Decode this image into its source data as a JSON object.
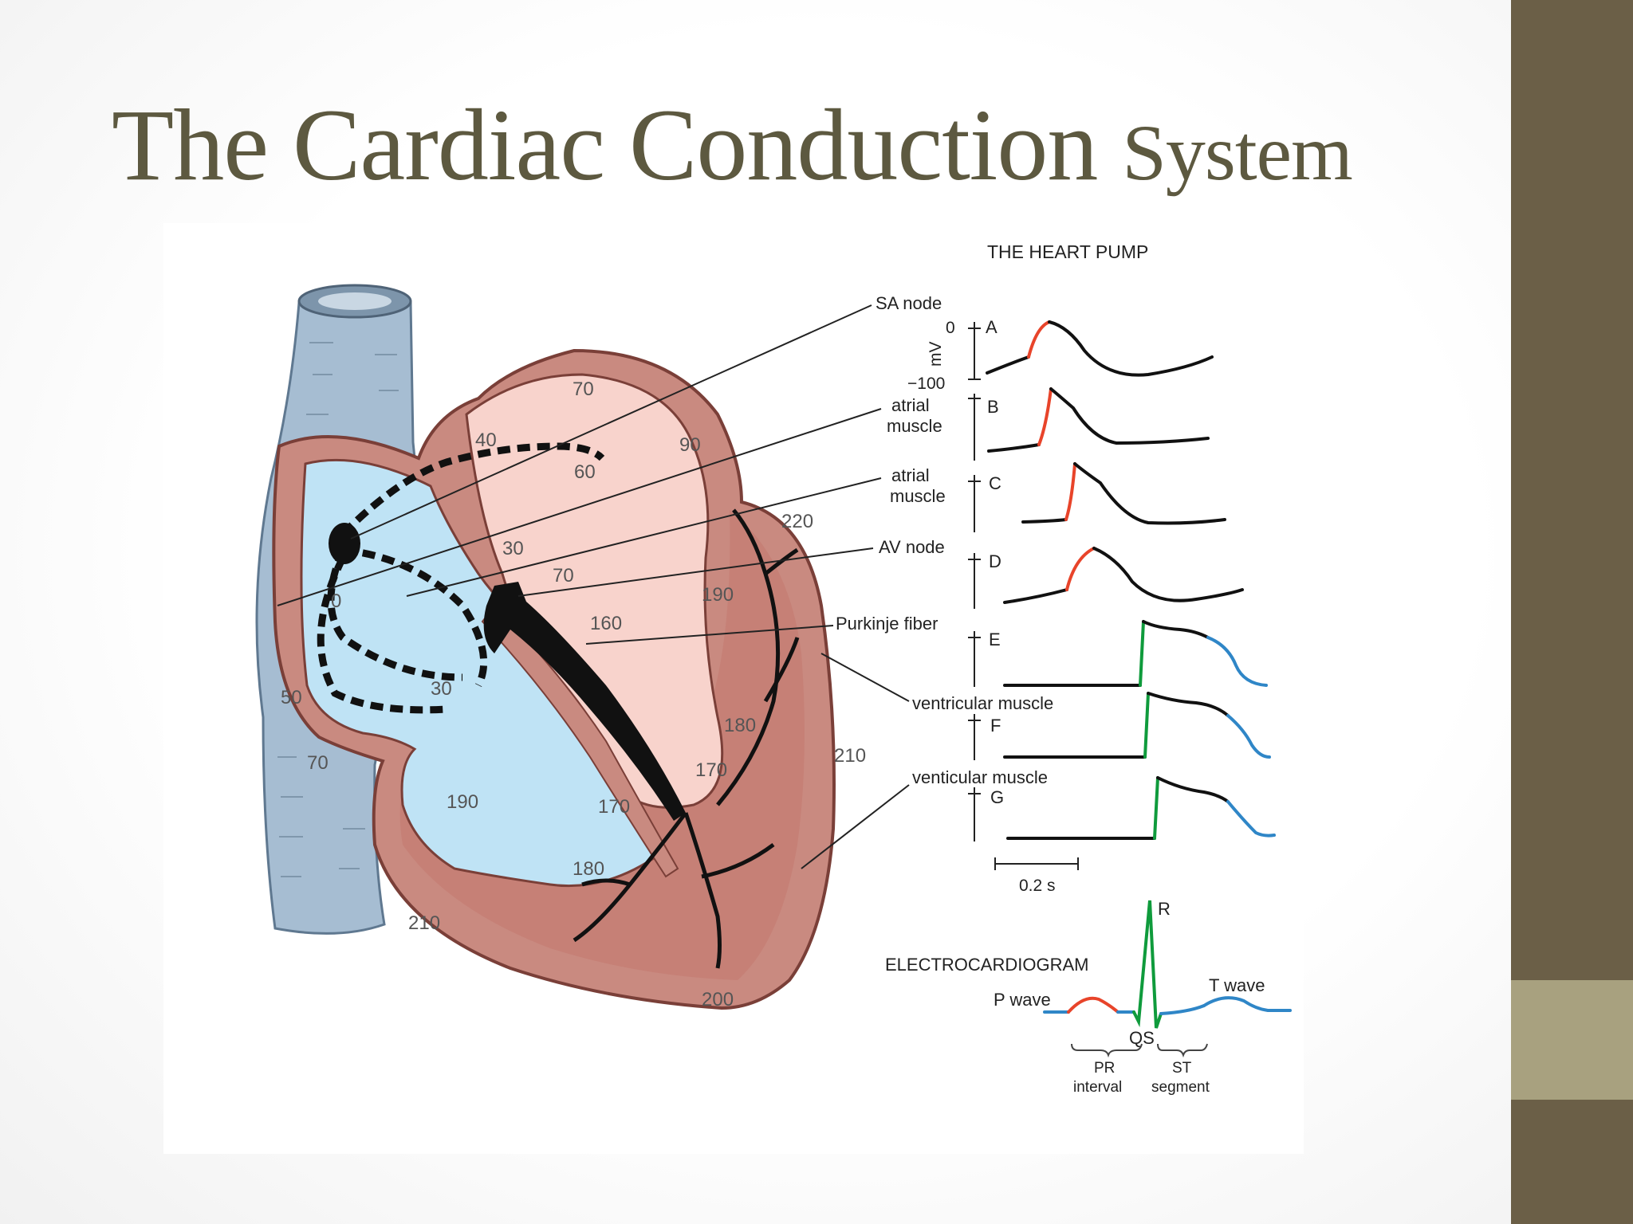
{
  "slide": {
    "title_main": "The Cardiac Conduction",
    "title_small": "System"
  },
  "figure": {
    "pump_title": "THE HEART PUMP",
    "structures": {
      "sa_node": "SA node",
      "atrial_muscle_1_l1": "atrial",
      "atrial_muscle_1_l2": "muscle",
      "atrial_muscle_2_l1": "atrial",
      "atrial_muscle_2_l2": "muscle",
      "av_node": "AV node",
      "purkinje": "Purkinje fiber",
      "ventricular_muscle": "ventricular muscle",
      "venticular_muscle": "venticular muscle"
    },
    "axis": {
      "unit": "mV",
      "top": "0",
      "bottom": "−100"
    },
    "trace_letters": [
      "A",
      "B",
      "C",
      "D",
      "E",
      "F",
      "G"
    ],
    "scale_bar": "0.2 s",
    "activation_times": [
      "70",
      "40",
      "90",
      "60",
      "30",
      "70",
      "0",
      "220",
      "190",
      "160",
      "50",
      "30",
      "70",
      "180",
      "170",
      "210",
      "190",
      "170",
      "180",
      "210",
      "200"
    ],
    "ecg": {
      "title": "ELECTROCARDIOGRAM",
      "p_wave": "P wave",
      "r": "R",
      "t_wave": "T wave",
      "qs": "QS",
      "pr_l1": "PR",
      "pr_l2": "interval",
      "st_l1": "ST",
      "st_l2": "segment"
    },
    "colors": {
      "vein": "#a6bdd2",
      "atrium_right": "#bfe3f5",
      "atrium_left": "#f8d3cc",
      "wall": "#c98a80",
      "upstroke_red": "#e8442a",
      "upstroke_green": "#0f9b3c",
      "repol_blue": "#2f86c7"
    }
  }
}
